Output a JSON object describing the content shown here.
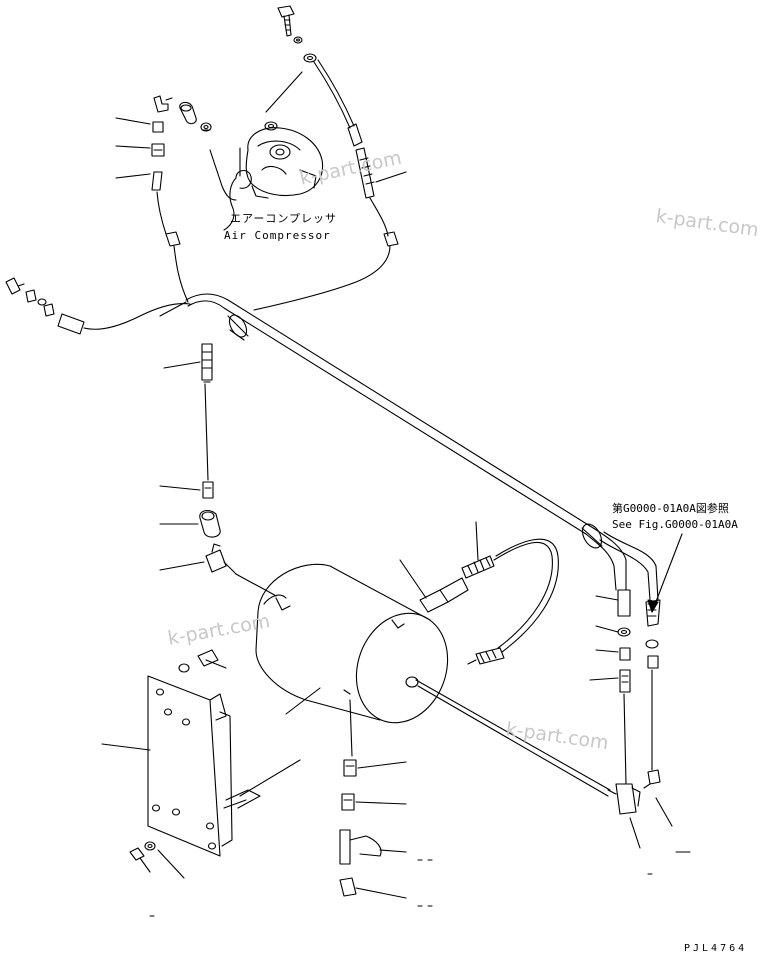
{
  "labels": {
    "air_compressor_jp": "エアーコンプレッサ",
    "air_compressor_en": "Air Compressor",
    "see_fig_jp": "第G0000-01A0A図参照",
    "see_fig_en": "See Fig.G0000-01A0A",
    "drawing_code": "PJL4764"
  },
  "watermarks": [
    "k-part.com",
    "k-part.com",
    "k-part.com",
    "k-part.com"
  ],
  "colors": {
    "line": "#000000",
    "watermark": "#c8c8c8",
    "background": "#ffffff"
  }
}
